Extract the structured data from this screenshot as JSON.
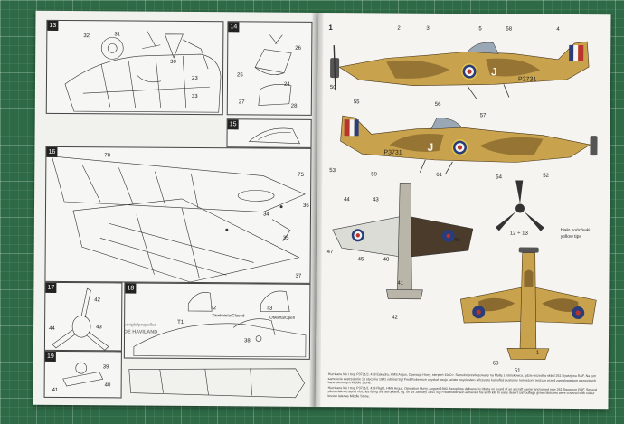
{
  "steps": {
    "s13": "13",
    "s14": "14",
    "s15": "15",
    "s16": "16",
    "s17": "17",
    "s18": "18",
    "s19": "19"
  },
  "step_labels": {
    "top": [
      "31",
      "32",
      "30",
      "23",
      "33",
      "26",
      "25",
      "27",
      "28",
      "24"
    ],
    "middle": [
      "78",
      "75",
      "35",
      "36",
      "34",
      "37"
    ],
    "lower": [
      "42",
      "43",
      "44",
      "39",
      "40",
      "41",
      "38"
    ],
    "canopy": [
      "T2",
      "T1",
      "T3",
      "Zamknieta/Closed",
      "Otwarta/Open"
    ]
  },
  "propeller_note": {
    "line1": "smigło/propeller",
    "line2": "DE HAVILAND"
  },
  "right_page": {
    "number": "1",
    "serial": "P3731",
    "code_letter": "J",
    "tip_note_pl": "biało końcówki",
    "tip_note_en": "yellow tips",
    "prop_part": "12 ÷ 13",
    "callouts_top": [
      "2",
      "3",
      "5",
      "58",
      "4",
      "50",
      "55",
      "56",
      "57",
      "53",
      "59",
      "61",
      "54",
      "52",
      "47",
      "48",
      "45",
      "44",
      "43",
      "42",
      "41",
      "46",
      "1",
      "60",
      "51"
    ]
  },
  "caption": {
    "p1": "Hurricane Mk I trop P3731/J, 418 Eskadra, HMS Argus, Operacja Hurry, sierpień 1940 r. Samolot przebazowany na Maltę z lotniskowca, gdzie wszedł w skład 261 Dywizjonu RAF. Na tym samolocie zestrzelenie 16 stycznia 1941 odniósł Sgt Fred Robertson uzyskał swoje szóste zwycięstwo. Wczesny kamuflaż pustynny nanoszony jeszcze przed zamalowaniem pierwotnych barw pionowym Middle Stone.",
    "p2": "Hurricane Mk I trop P3731/J, 418 Flight, HMS Argus, Operation Hurry, August 1940. Aeroplane delivered to Malta on board of an aircraft carrier and joined new 261 Squadron RAF. Several pilots claimed aerial victories flying this aeroplane, eg. on 19 January 1941 Sgt Fred Robertson achieved his sixth kill. In early desert camouflage green blotches were covered with colour known later as Middle Stone."
  },
  "colors": {
    "mat": "#2e6a45",
    "paper": "#f4f3ef",
    "camo_sand": "#c9a24e",
    "camo_earth": "#8a6a2e",
    "roundel_blue": "#2a3d7a",
    "roundel_red": "#b8342c",
    "roundel_yellow": "#e3c44a",
    "underside_grey": "#dcdcd6"
  }
}
